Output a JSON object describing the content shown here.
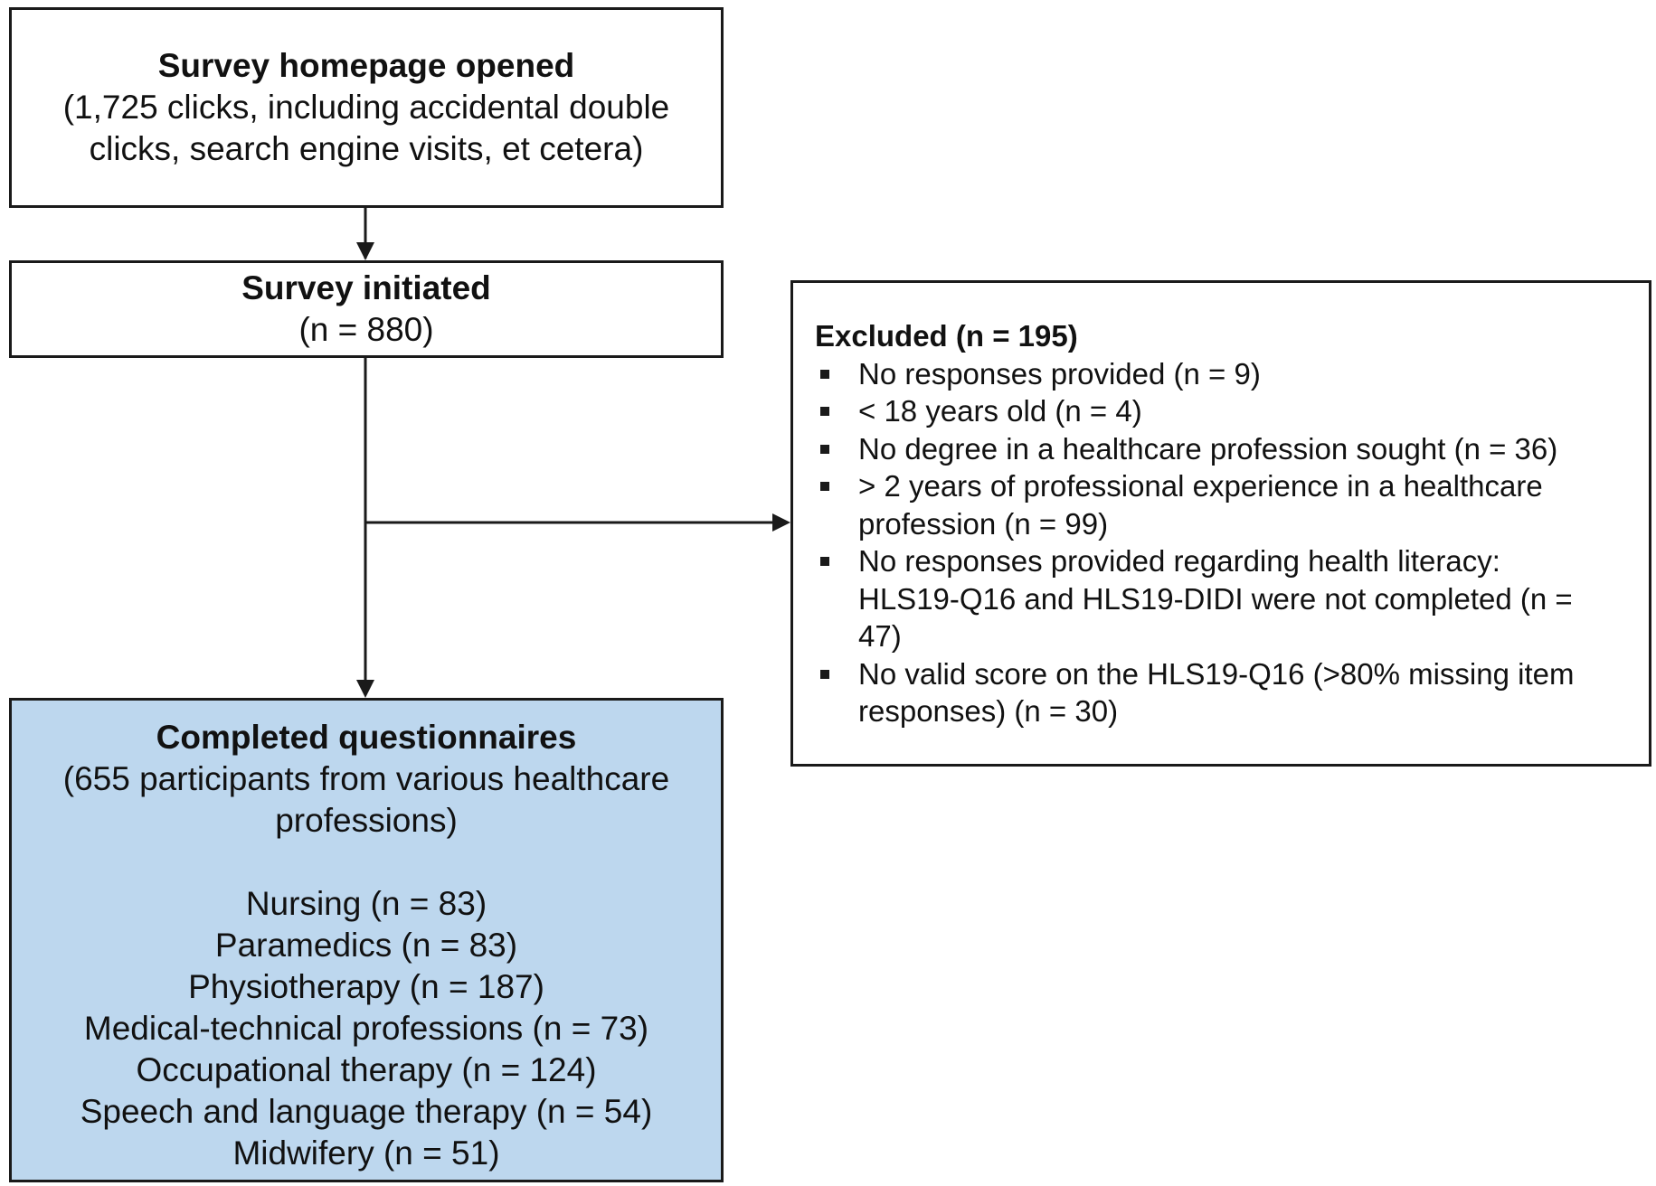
{
  "boxes": {
    "homepage": {
      "title": "Survey homepage opened",
      "lines": [
        "(1,725 clicks, including accidental double",
        "clicks, search engine visits, et cetera)"
      ]
    },
    "initiated": {
      "title": "Survey initiated",
      "lines": [
        "(n = 880)"
      ]
    },
    "completed": {
      "title": "Completed questionnaires",
      "lines": [
        "(655 participants from various healthcare",
        "professions)"
      ],
      "professions": [
        "Nursing (n = 83)",
        "Paramedics (n = 83)",
        "Physiotherapy (n = 187)",
        "Medical-technical professions (n = 73)",
        "Occupational therapy (n = 124)",
        "Speech and language therapy (n = 54)",
        "Midwifery (n = 51)"
      ],
      "fill_color": "#bdd7ee"
    },
    "excluded": {
      "title": "Excluded (n = 195)",
      "items": [
        [
          "No responses provided (n = 9)"
        ],
        [
          "< 18 years old (n = 4)"
        ],
        [
          "No degree in a healthcare profession sought (n = 36)"
        ],
        [
          "> 2 years of professional experience in a healthcare",
          "profession (n = 99)"
        ],
        [
          "No responses provided regarding health literacy:",
          "HLS19-Q16 and HLS19-DIDI were not completed (n =",
          "47)"
        ],
        [
          "No valid score on the HLS19-Q16 (>80% missing item",
          "responses) (n = 30)"
        ]
      ]
    }
  }
}
